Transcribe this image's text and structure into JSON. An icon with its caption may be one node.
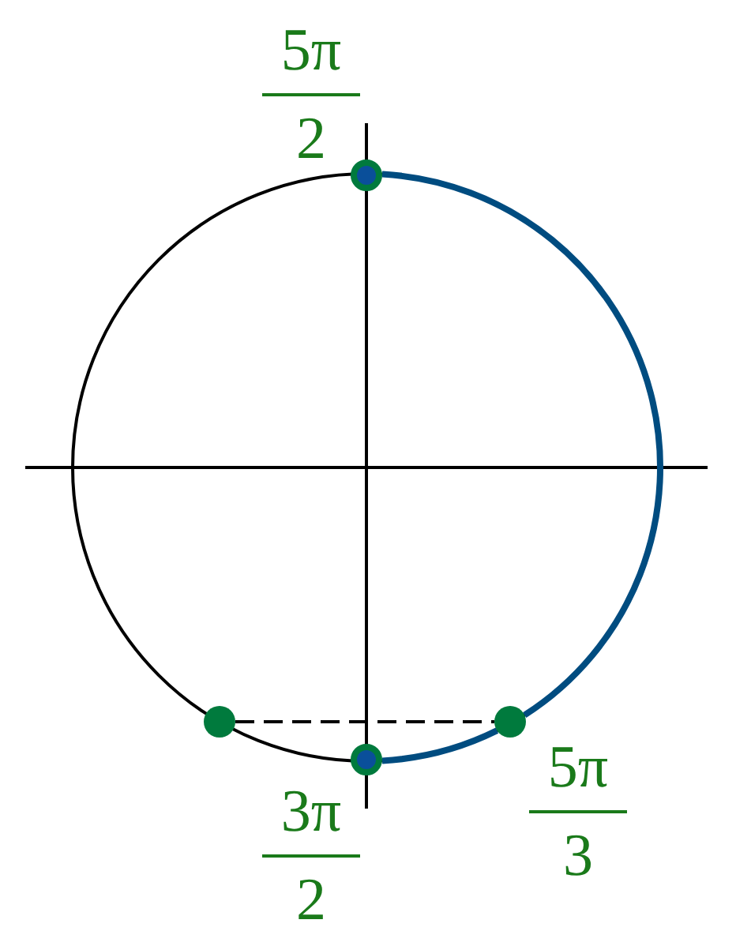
{
  "diagram": {
    "nodes": [
      {
        "text": [],
        "shape": "circle",
        "beside": [
          "5π 2"
        ]
      },
      {
        "text": [],
        "shape": "circle"
      },
      {
        "text": [],
        "shape": "circle",
        "beside": [
          "5π 3"
        ]
      },
      {
        "text": [],
        "shape": "circle",
        "beside": [
          "3π 2"
        ]
      }
    ],
    "edges": [
      {
        "from": 0,
        "to": 2,
        "arrow": "none"
      },
      {
        "from": 2,
        "to": 3,
        "arrow": "none"
      },
      {
        "from": 1,
        "to": 2,
        "arrow": "none",
        "style": "dashed",
        "color": "#000000"
      }
    ]
  }
}
